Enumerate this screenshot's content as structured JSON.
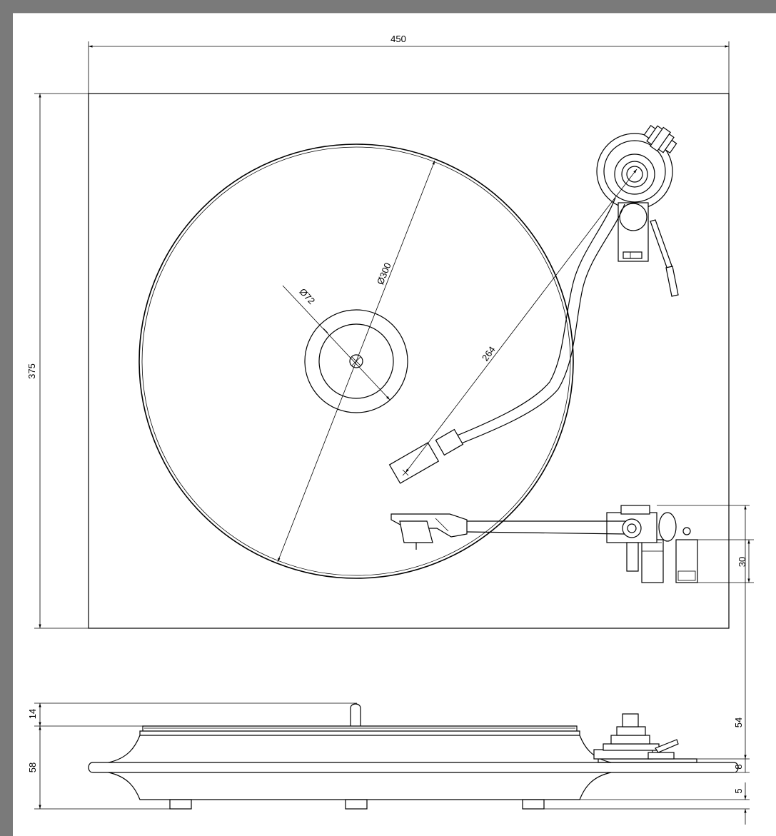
{
  "drawing": {
    "top_view": {
      "width_dim": "450",
      "height_dim": "375",
      "platter_dim": "Ø300",
      "label_dim": "Ø72",
      "tonearm_dim": "264",
      "switch_dim": "30"
    },
    "side_view": {
      "spindle_height_dim": "14",
      "plinth_height_dim": "58",
      "tonearm_height_dim": "54",
      "base_plate_dim": "8",
      "foot_height_dim": "5"
    }
  }
}
